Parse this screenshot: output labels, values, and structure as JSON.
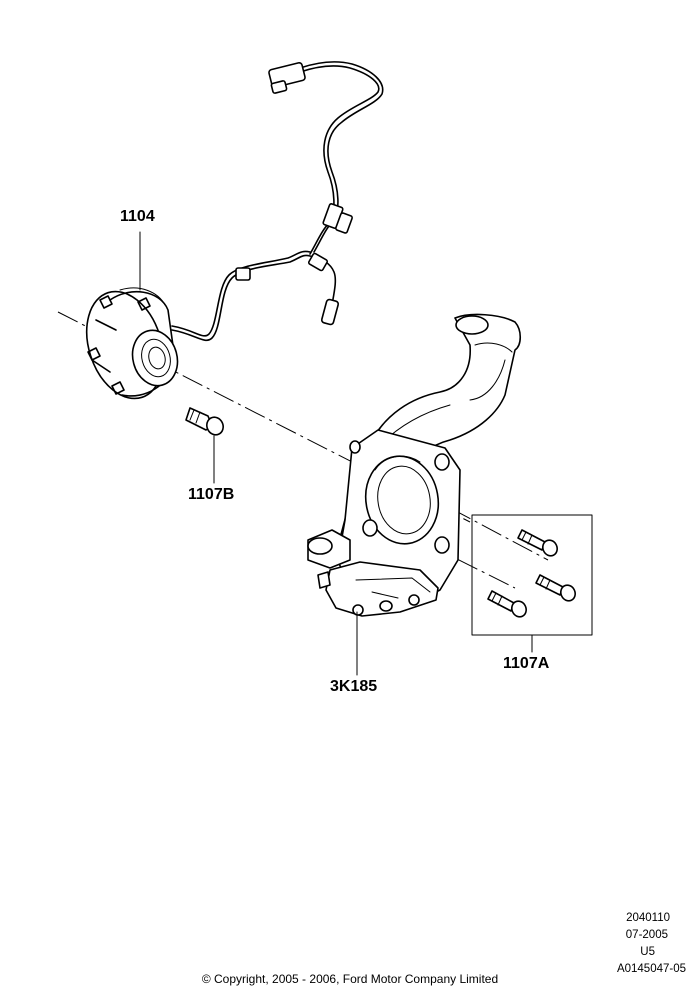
{
  "callouts": {
    "hub": "1104",
    "hub_bolt": "1107B",
    "knuckle_bolts": "1107A",
    "knuckle": "3K185"
  },
  "meta": {
    "line1": "2040110",
    "line2": "07-2005",
    "line3": "U5",
    "line4": "A0145047-05"
  },
  "copyright": "© Copyright, 2005 - 2006, Ford Motor Company Limited"
}
